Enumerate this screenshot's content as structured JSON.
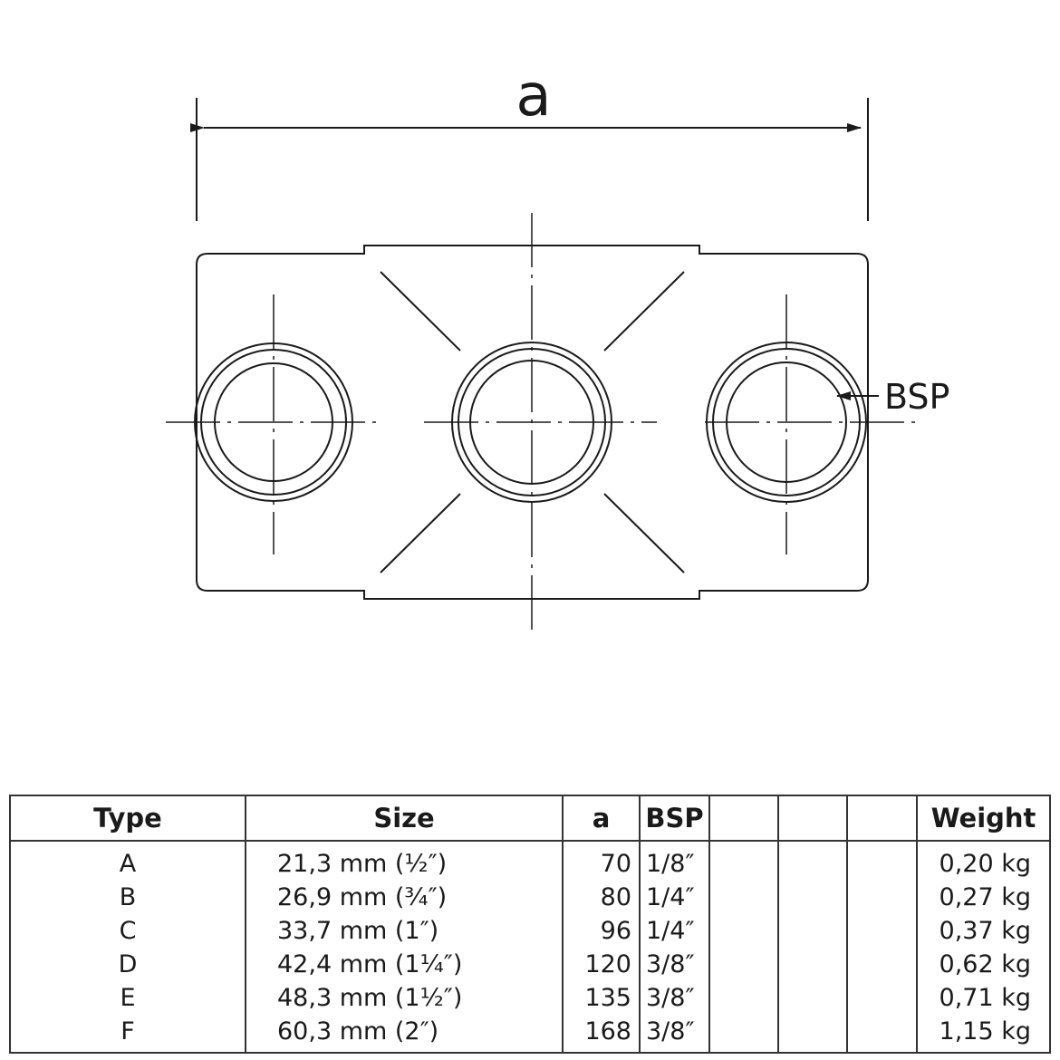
{
  "drawing": {
    "dimension_label": "a",
    "bsp_label": "BSP"
  },
  "table": {
    "headers": {
      "type": "Type",
      "size": "Size",
      "a": "a",
      "bsp": "BSP",
      "blank1": "",
      "blank2": "",
      "blank3": "",
      "weight": "Weight"
    },
    "rows": [
      {
        "type": "A",
        "size": "21,3 mm (½″)",
        "a": "70",
        "bsp": "1/8″",
        "weight": "0,20 kg"
      },
      {
        "type": "B",
        "size": "26,9 mm (¾″)",
        "a": "80",
        "bsp": "1/4″",
        "weight": "0,27 kg"
      },
      {
        "type": "C",
        "size": "33,7 mm (1″)",
        "a": "96",
        "bsp": "1/4″",
        "weight": "0,37 kg"
      },
      {
        "type": "D",
        "size": "42,4 mm (1¼″)",
        "a": "120",
        "bsp": "3/8″",
        "weight": "0,62 kg"
      },
      {
        "type": "E",
        "size": "48,3 mm (1½″)",
        "a": "135",
        "bsp": "3/8″",
        "weight": "0,71 kg"
      },
      {
        "type": "F",
        "size": "60,3 mm (2″)",
        "a": "168",
        "bsp": "3/8″",
        "weight": "1,15 kg"
      }
    ]
  }
}
